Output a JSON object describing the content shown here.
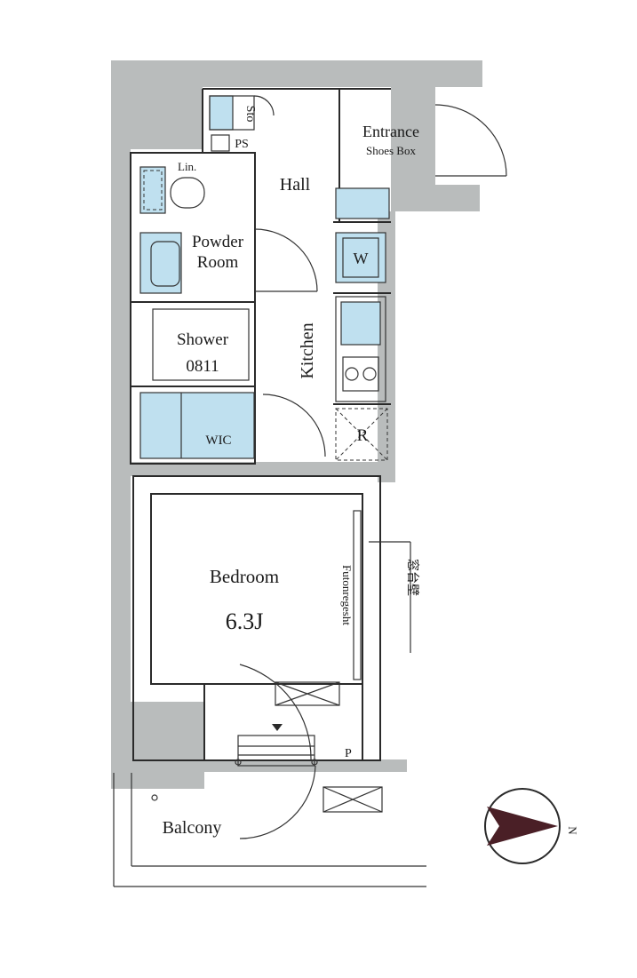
{
  "rooms": {
    "storage": "Sto",
    "ps": "PS",
    "linen": "Lin.",
    "hall": "Hall",
    "entrance": "Entrance",
    "shoes_box": "Shoes Box",
    "powder_room_line1": "Powder",
    "powder_room_line2": "Room",
    "washer": "W",
    "shower_line1": "Shower",
    "shower_line2": "0811",
    "kitchen": "Kitchen",
    "wic": "WIC",
    "refrigerator": "R",
    "bedroom": "Bedroom",
    "bedroom_size": "6.3J",
    "futon_storage": "Futonregesht",
    "balcony": "Balcony",
    "pipe_space": "P",
    "side_note": "窓台壁"
  },
  "compass": {
    "north_label": "N"
  },
  "colors": {
    "wall_gray": "#b9bcbc",
    "fixture_blue": "#bfe0ef",
    "ink": "#2a2a2a"
  }
}
